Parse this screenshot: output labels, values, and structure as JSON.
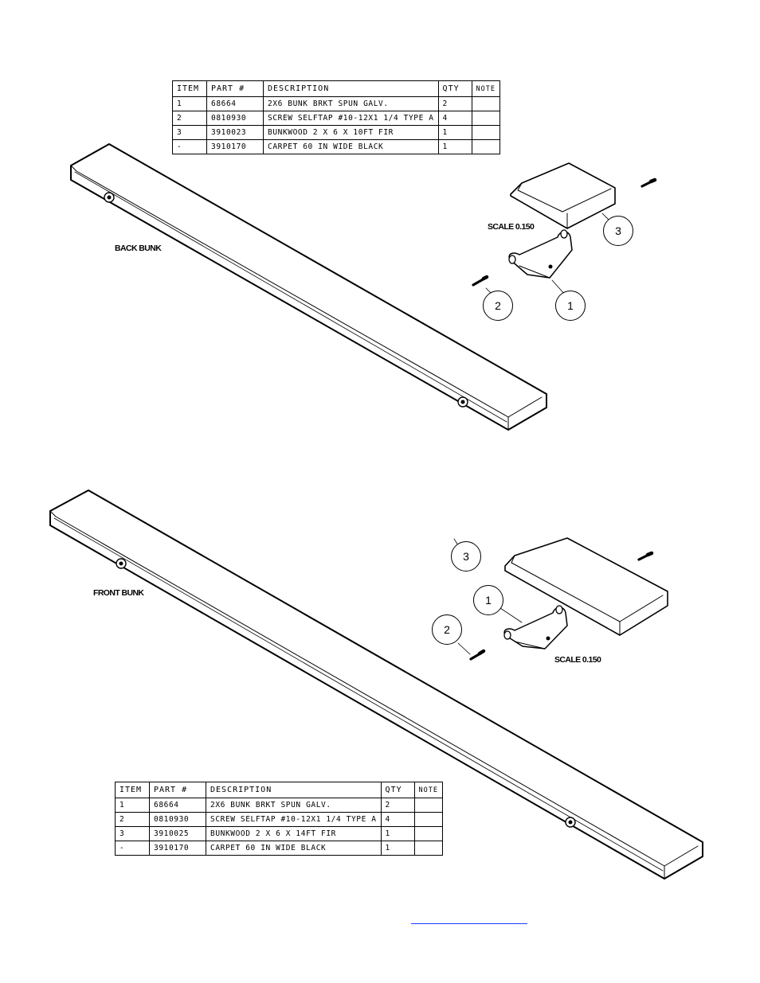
{
  "back_assembly": {
    "label": "BACK BUNK",
    "scale": "SCALE  0.150",
    "balloons": {
      "bracket": "1",
      "screw": "2",
      "bunkwood": "3"
    },
    "bom": {
      "headers": [
        "ITEM",
        "PART #",
        "DESCRIPTION",
        "QTY",
        "NOTE"
      ],
      "rows": [
        [
          "1",
          "68664",
          "2X6 BUNK BRKT SPUN GALV.",
          "2",
          ""
        ],
        [
          "2",
          "0810930",
          "SCREW SELFTAP #10-12X1 1/4 TYPE A",
          "4",
          ""
        ],
        [
          "3",
          "3910023",
          "BUNKWOOD   2 X 6 X 10FT FIR",
          "1",
          ""
        ],
        [
          "-",
          "3910170",
          "CARPET 60  IN WIDE BLACK",
          "1",
          ""
        ]
      ]
    }
  },
  "front_assembly": {
    "label": "FRONT BUNK",
    "scale": "SCALE  0.150",
    "balloons": {
      "bracket": "1",
      "screw": "2",
      "bunkwood": "3"
    },
    "bom": {
      "headers": [
        "ITEM",
        "PART #",
        "DESCRIPTION",
        "QTY",
        "NOTE"
      ],
      "rows": [
        [
          "1",
          "68664",
          "2X6 BUNK BRKT SPUN GALV.",
          "2",
          ""
        ],
        [
          "2",
          "0810930",
          "SCREW SELFTAP #10-12X1 1/4 TYPE A",
          "4",
          ""
        ],
        [
          "3",
          "3910025",
          "BUNKWOOD   2 X 6 X 14FT FIR",
          "1",
          ""
        ],
        [
          "-",
          "3910170",
          "CARPET 60  IN WIDE BLACK",
          "1",
          ""
        ]
      ]
    }
  },
  "colors": {
    "line": "#000000",
    "link": "#1a3cff"
  }
}
